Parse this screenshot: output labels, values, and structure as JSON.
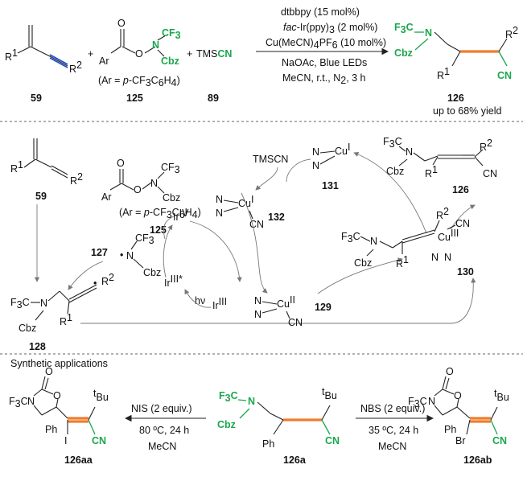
{
  "reaction": {
    "reagent_59": "R",
    "reagent_59_r1_sup": "1",
    "reagent_59_r2": "R",
    "reagent_59_r2_sup": "2",
    "plus1": "+",
    "plus2": "+",
    "ar": "Ar",
    "o_atom": "O",
    "n_atom": "N",
    "cf3": "CF",
    "cf3_sub": "3",
    "cbz": "Cbz",
    "ar_def": "(Ar = p-CF",
    "ar_def_full": "(Ar = p-CF3C6H4)",
    "tms": "TMS",
    "cn": "CN",
    "cond1": "dtbbpy (15 mol%)",
    "cond2_prefix": "fac",
    "cond2": "-Ir(ppy)",
    "cond2_sub": "3",
    "cond2_end": " (2 mol%)",
    "cond3": "Cu(MeCN)",
    "cond3_sub": "4",
    "cond3_mid": "PF",
    "cond3_sub2": "6",
    "cond3_end": " (10 mol%)",
    "cond4": "NaOAc, Blue LEDs",
    "cond5": "MeCN, r.t., N",
    "cond5_sub": "2",
    "cond5_end": ", 3 h",
    "label_59": "59",
    "label_125": "125",
    "label_89": "89",
    "label_126": "126",
    "yield": "up to 68% yield"
  },
  "mechanism": {
    "label_59": "59",
    "label_125": "125",
    "label_127": "127",
    "label_128": "128",
    "label_129": "129",
    "label_130": "130",
    "label_131": "131",
    "label_132": "132",
    "label_126": "126",
    "tmscn": "TMSCN",
    "ir_iv": "Ir",
    "ir_iv_sup": "IV",
    "ir_iii_star": "Ir",
    "ir_iii_star_sup": "III*",
    "ir_iii": "Ir",
    "ir_iii_sup": "III",
    "hv": "hν",
    "cu": "Cu",
    "cu_i": "I",
    "cu_ii": "II",
    "cu_iii": "III",
    "n": "N",
    "cn": "CN"
  },
  "applications": {
    "title": "Synthetic applications",
    "left_reagent": "NIS (2 equiv.)",
    "left_cond": "80 ºC, 24 h",
    "left_solvent": "MeCN",
    "right_reagent": "NBS (2 equiv.)",
    "right_cond": "35 ºC, 24 h",
    "right_solvent": "MeCN",
    "label_126aa": "126aa",
    "label_126a": "126a",
    "label_126ab": "126ab",
    "tbu_t": "t",
    "tbu": "Bu",
    "ph": "Ph",
    "iodo": "I",
    "bromo": "Br",
    "o": "O",
    "n": "N",
    "cf3": "F",
    "cbz": "Cbz",
    "cn": "CN"
  },
  "colors": {
    "green": "#1aa74b",
    "orange": "#f07c2c",
    "blue": "#1f4fd0"
  }
}
